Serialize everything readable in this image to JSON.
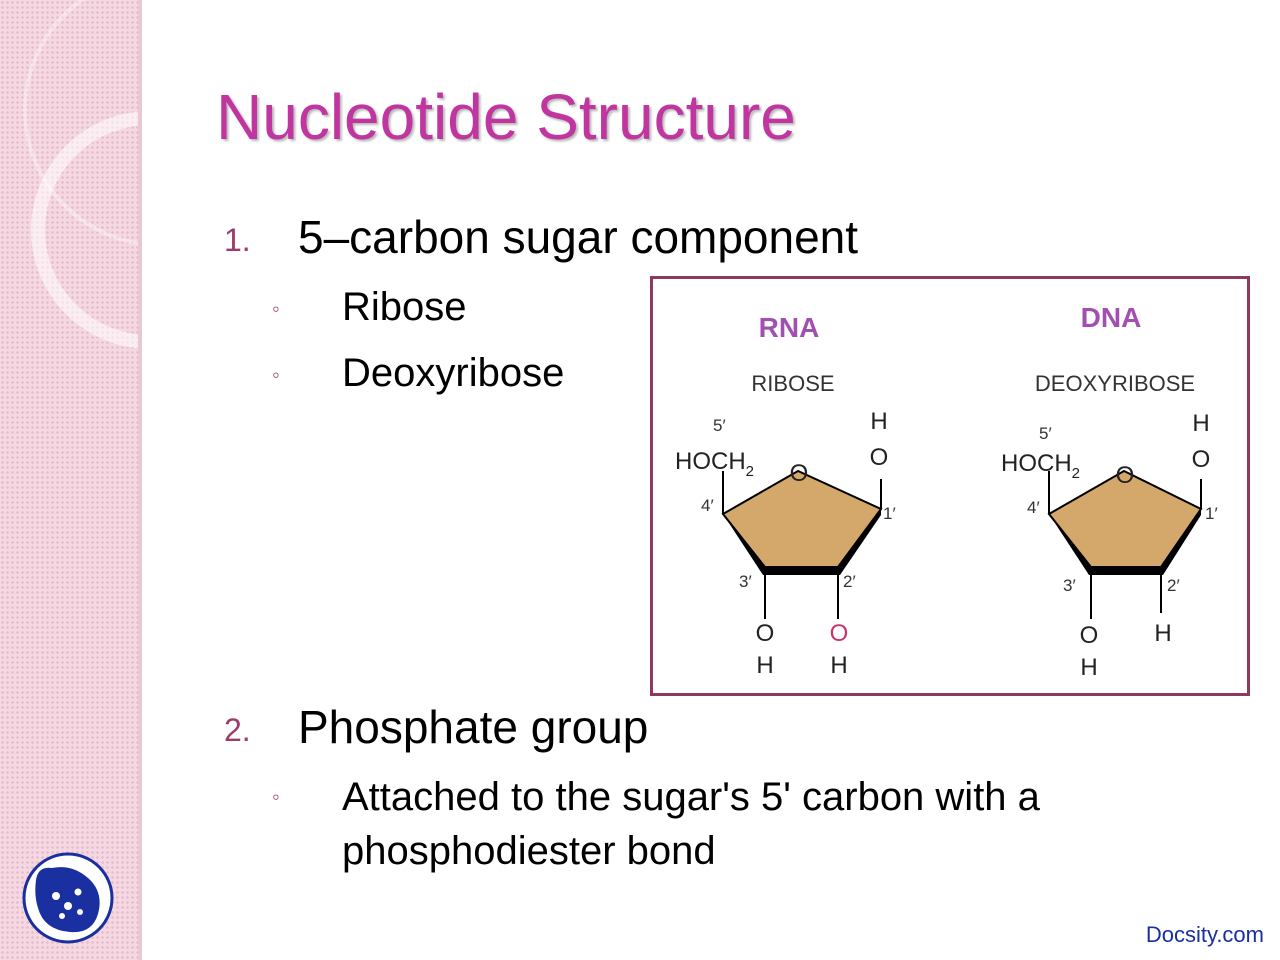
{
  "slide": {
    "title": "Nucleotide Structure",
    "sections": [
      {
        "number": "1.",
        "heading": "5–carbon sugar component",
        "bullets": [
          "Ribose",
          "Deoxyribose"
        ]
      },
      {
        "number": "2.",
        "heading": "Phosphate group",
        "bullets": [
          "Attached to the sugar's 5' carbon with a phosphodiester bond"
        ]
      }
    ],
    "bullet_glyph": "◦"
  },
  "figure": {
    "rna": {
      "label": "RNA",
      "sugar": "RIBOSE",
      "c5": "5′",
      "hoch": "HOCH",
      "sub2": "2",
      "ring_o": "O",
      "c4": "4′",
      "c1": "1′",
      "c3": "3′",
      "c2": "2′",
      "top_h": "H",
      "top_o": "O",
      "o3": "O",
      "h3": "H",
      "o2": "O",
      "h2": "H"
    },
    "dna": {
      "label": "DNA",
      "sugar": "DEOXYRIBOSE",
      "c5": "5′",
      "hoch": "HOCH",
      "sub2": "2",
      "ring_o": "O",
      "c4": "4′",
      "c1": "1′",
      "c3": "3′",
      "c2": "2′",
      "top_h": "H",
      "top_o": "O",
      "o3": "O",
      "h3": "H",
      "h2": "H"
    }
  },
  "colors": {
    "title": "#c0359f",
    "label": "#a14fb0",
    "ring_fill": "#d4a86a",
    "frame": "#8e3a5e",
    "highlight_o": "#c8336e"
  },
  "footer": {
    "watermark": "Docsity.com"
  }
}
